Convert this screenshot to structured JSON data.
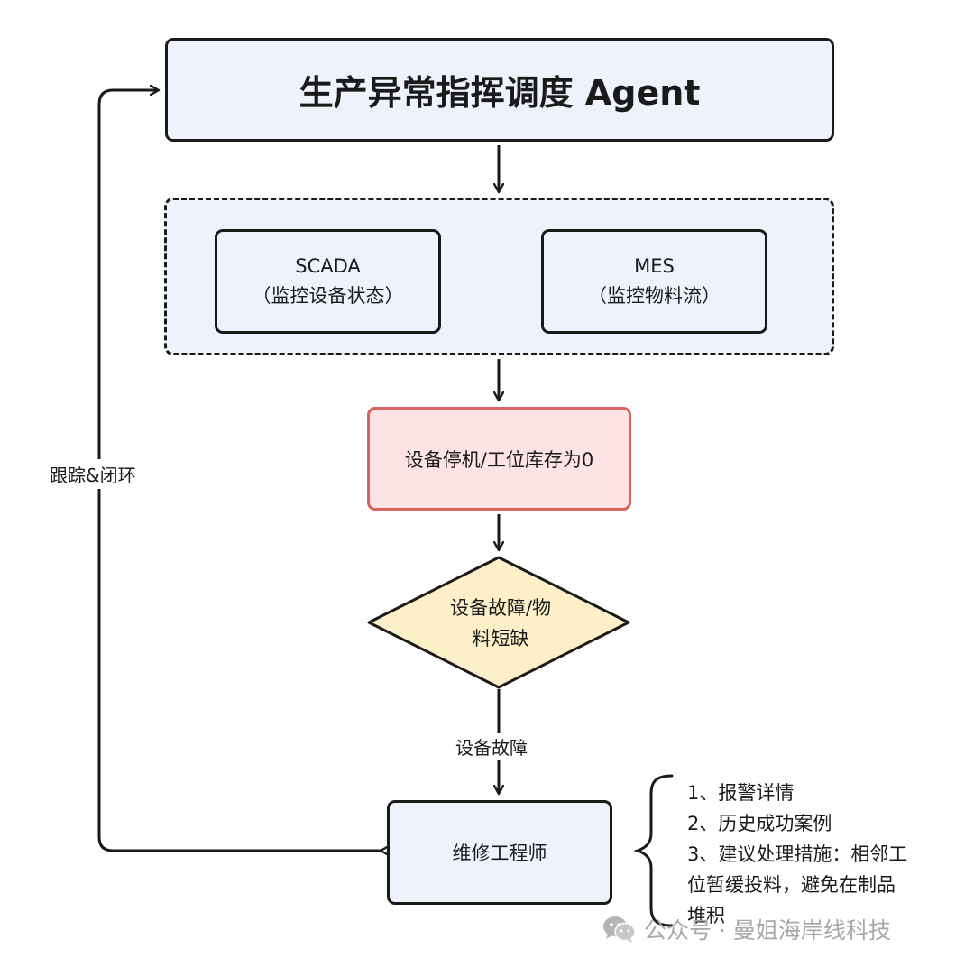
{
  "title": "生产异常指挥调度 Agent",
  "systems": [
    {
      "name": "SCADA",
      "desc": "（监控设备状态）"
    },
    {
      "name": "MES",
      "desc": "（监控物料流）"
    }
  ],
  "event": "设备停机/工位库存为0",
  "decision": {
    "line1": "设备故障/物",
    "line2": "料短缺"
  },
  "edge_label_fault": "设备故障",
  "engineer": "维修工程师",
  "loop_label": "跟踪&闭环",
  "notes": [
    "1、报警详情",
    "2、历史成功案例",
    "3、建议处理措施：相邻工",
    "位暂缓投料，避免在制品",
    "堆积"
  ],
  "watermark": "公众号 · 曼姐海岸线科技",
  "colors": {
    "box_fill": "#eef2fb",
    "event_fill": "#fde3e3",
    "event_border": "#d9625c",
    "diamond_fill": "#fdf0c8",
    "stroke": "#1a1a1a"
  }
}
